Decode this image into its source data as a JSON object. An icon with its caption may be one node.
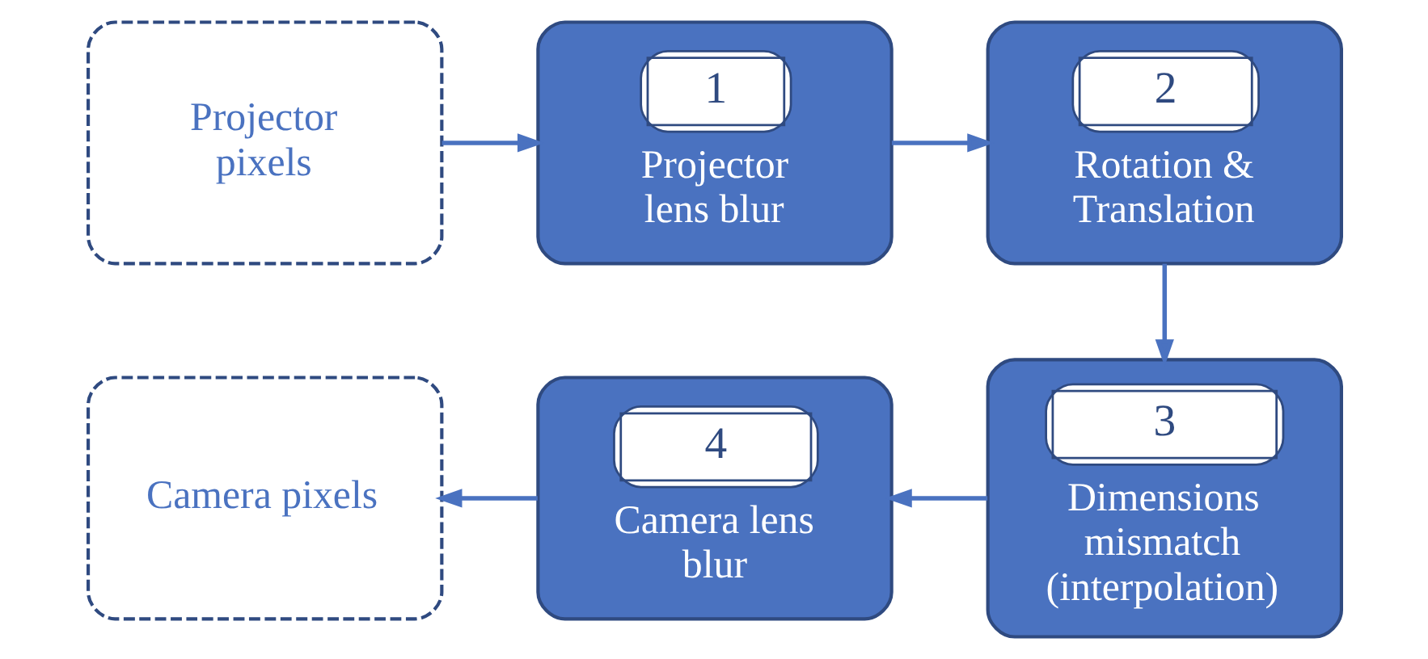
{
  "diagram": {
    "nodes": [
      {
        "text": [
          "Projector pixels"
        ]
      },
      {
        "text": [
          "1",
          "Projector lens blur"
        ]
      },
      {
        "text": [
          "2",
          "Rotation & Translation"
        ]
      },
      {
        "text": [
          "3",
          "Dimensions mismatch (interpolation)"
        ]
      },
      {
        "text": [
          "4",
          "Camera lens blur"
        ]
      },
      {
        "text": [
          "Camera pixels"
        ]
      }
    ],
    "edges": [
      {
        "from": 0,
        "to": 1,
        "arrow": "to"
      },
      {
        "from": 1,
        "to": 2,
        "arrow": "to"
      },
      {
        "from": 2,
        "to": 3,
        "arrow": "to"
      },
      {
        "from": 3,
        "to": 4,
        "arrow": "to"
      },
      {
        "from": 4,
        "to": 5,
        "arrow": "to"
      }
    ]
  }
}
